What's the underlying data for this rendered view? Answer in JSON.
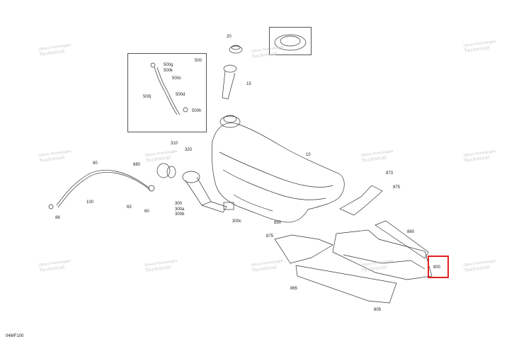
{
  "diagram": {
    "reference_code": "04MF100",
    "highlight_color": "#e02020",
    "watermark": {
      "line1": "©Brent Technologies",
      "line2": "Technical"
    },
    "labels": {
      "p20": "20",
      "p500": "500",
      "p500g": "500g",
      "p500k": "500k",
      "p500c": "500c",
      "p500d": "500d",
      "p500j": "500j",
      "p500h": "500h",
      "p15": "15",
      "p10": "10",
      "p310": "310",
      "p320": "320",
      "p680": "680",
      "p80": "80",
      "p100": "100",
      "p65": "65",
      "p60": "60",
      "p86": "86",
      "p300": "300",
      "p300a": "300a",
      "p300b": "300b",
      "p300c": "300c",
      "p890": "890",
      "p875a": "875",
      "p873": "873",
      "p875b": "875",
      "p860": "860",
      "p800": "800",
      "p865": "865",
      "p805": "805"
    }
  }
}
